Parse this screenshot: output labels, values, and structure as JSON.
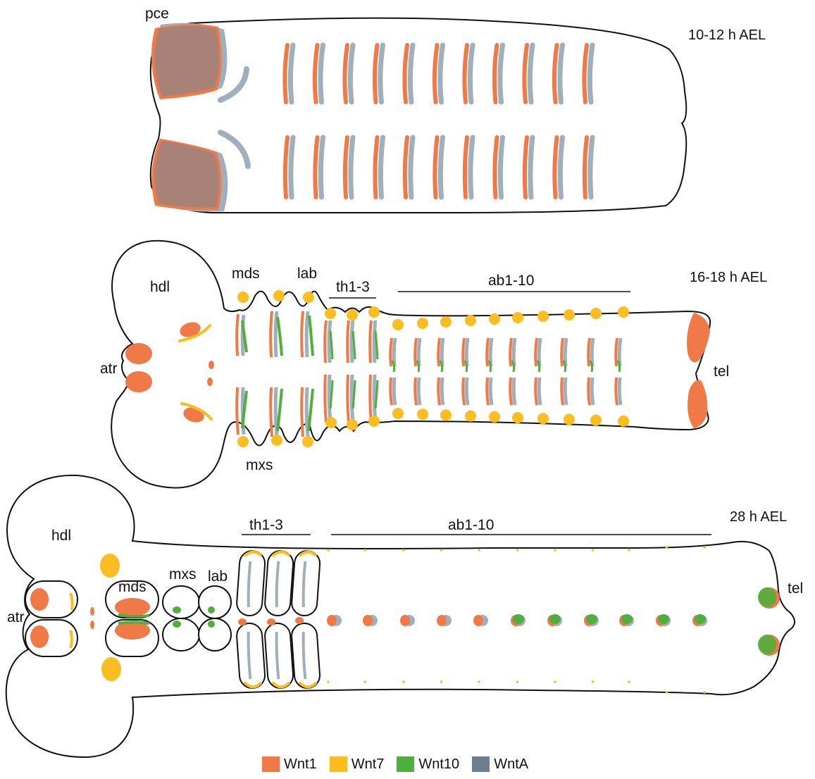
{
  "colors": {
    "wnt1": "#ef7a47",
    "wnt7": "#fcbd21",
    "wnt10": "#4fae3c",
    "wntA": "#9fb0bc",
    "wntA_legend": "#6d7e8f",
    "pce_fill": "#a98277"
  },
  "panel1": {
    "stage": "10-12 h AEL",
    "labels": {
      "pce": "pce"
    }
  },
  "panel2": {
    "stage": "16-18 h AEL",
    "labels": {
      "hdl": "hdl",
      "mds": "mds",
      "lab": "lab",
      "th": "th1-3",
      "ab": "ab1-10",
      "atr": "atr",
      "tel": "tel",
      "mxs": "mxs"
    }
  },
  "panel3": {
    "stage": "28 h AEL",
    "labels": {
      "hdl": "hdl",
      "th": "th1-3",
      "ab": "ab1-10",
      "atr": "atr",
      "mds": "mds",
      "mxs": "mxs",
      "lab": "lab",
      "tel": "tel"
    }
  },
  "legend": [
    {
      "name": "Wnt1",
      "color": "#ef7a47"
    },
    {
      "name": "Wnt7",
      "color": "#fcbd21"
    },
    {
      "name": "Wnt10",
      "color": "#4fae3c"
    },
    {
      "name": "WntA",
      "color": "#6d7e8f"
    }
  ]
}
